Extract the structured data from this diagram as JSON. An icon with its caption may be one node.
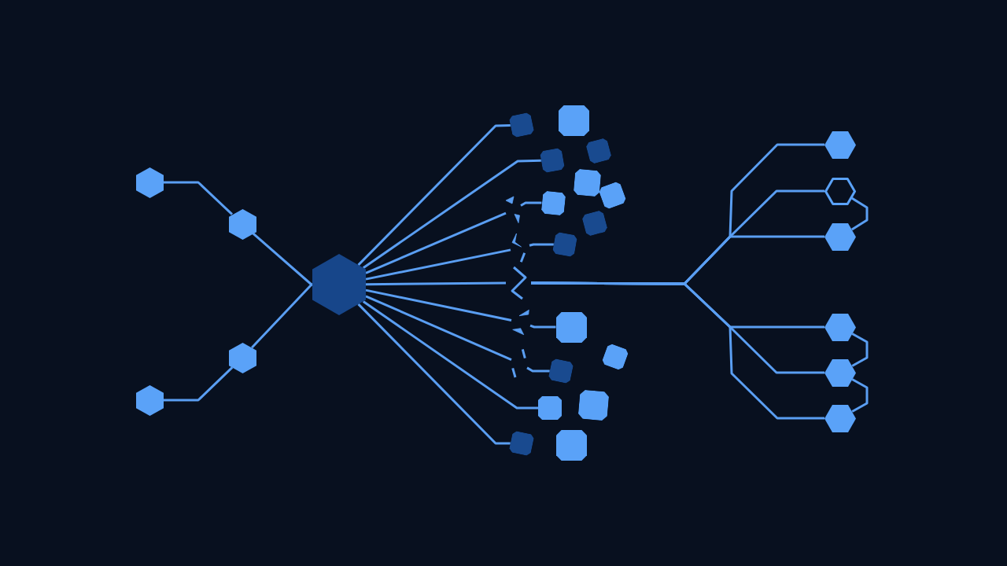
{
  "diagram": {
    "nodes": [
      {
        "text": [],
        "shape": "hexagon"
      },
      {
        "text": [],
        "shape": "hexagon"
      },
      {
        "text": [],
        "shape": "hexagon"
      },
      {
        "text": [],
        "shape": "hexagon"
      },
      {
        "text": [],
        "shape": "hexagon"
      },
      {
        "text": [],
        "shape": "break"
      },
      {
        "text": [],
        "shape": "break"
      },
      {
        "text": [],
        "shape": "break"
      },
      {
        "text": [],
        "shape": "break"
      },
      {
        "text": [],
        "shape": "break"
      },
      {
        "text": [],
        "shape": "square"
      },
      {
        "text": [],
        "shape": "square"
      },
      {
        "text": [],
        "shape": "square"
      },
      {
        "text": [],
        "shape": "square"
      },
      {
        "text": [],
        "shape": "square"
      },
      {
        "text": [],
        "shape": "square"
      },
      {
        "text": [],
        "shape": "square"
      },
      {
        "text": [],
        "shape": "square"
      },
      {
        "text": [],
        "shape": "square"
      },
      {
        "text": [],
        "shape": "square"
      },
      {
        "text": [],
        "shape": "square"
      },
      {
        "text": [],
        "shape": "square"
      },
      {
        "text": [],
        "shape": "square"
      },
      {
        "text": [],
        "shape": "square"
      },
      {
        "text": [],
        "shape": "square"
      },
      {
        "text": [],
        "shape": "square"
      },
      {
        "text": [],
        "shape": "hexagon"
      },
      {
        "text": [],
        "shape": "hexagon"
      },
      {
        "text": [],
        "shape": "hexagon"
      },
      {
        "text": [],
        "shape": "hexagon"
      },
      {
        "text": [],
        "shape": "hexagon"
      },
      {
        "text": [],
        "shape": "hexagon"
      }
    ],
    "edges": [
      {
        "from": 0,
        "to": 2,
        "arrow": "none"
      },
      {
        "from": 2,
        "to": 4,
        "arrow": "none"
      },
      {
        "from": 1,
        "to": 3,
        "arrow": "none"
      },
      {
        "from": 3,
        "to": 4,
        "arrow": "none"
      },
      {
        "from": 4,
        "to": 11,
        "arrow": "none"
      },
      {
        "from": 4,
        "to": 13,
        "arrow": "none"
      },
      {
        "from": 4,
        "to": 5,
        "arrow": "none"
      },
      {
        "from": 5,
        "to": 16,
        "arrow": "none"
      },
      {
        "from": 4,
        "to": 6,
        "arrow": "none"
      },
      {
        "from": 6,
        "to": 18,
        "arrow": "none"
      },
      {
        "from": 4,
        "to": 7,
        "arrow": "none"
      },
      {
        "from": 4,
        "to": 8,
        "arrow": "none"
      },
      {
        "from": 8,
        "to": 19,
        "arrow": "none"
      },
      {
        "from": 4,
        "to": 9,
        "arrow": "none"
      },
      {
        "from": 9,
        "to": 21,
        "arrow": "none"
      },
      {
        "from": 4,
        "to": 23,
        "arrow": "none"
      },
      {
        "from": 4,
        "to": 24,
        "arrow": "none"
      },
      {
        "from": 7,
        "to": 26,
        "arrow": "none"
      },
      {
        "from": 7,
        "to": 27,
        "arrow": "none"
      },
      {
        "from": 7,
        "to": 28,
        "arrow": "none"
      },
      {
        "from": 7,
        "to": 29,
        "arrow": "none"
      },
      {
        "from": 7,
        "to": 30,
        "arrow": "none"
      },
      {
        "from": 7,
        "to": 31,
        "arrow": "none"
      },
      {
        "from": 27,
        "to": 28,
        "arrow": "none"
      },
      {
        "from": 29,
        "to": 30,
        "arrow": "none"
      },
      {
        "from": 30,
        "to": 31,
        "arrow": "none"
      }
    ]
  }
}
